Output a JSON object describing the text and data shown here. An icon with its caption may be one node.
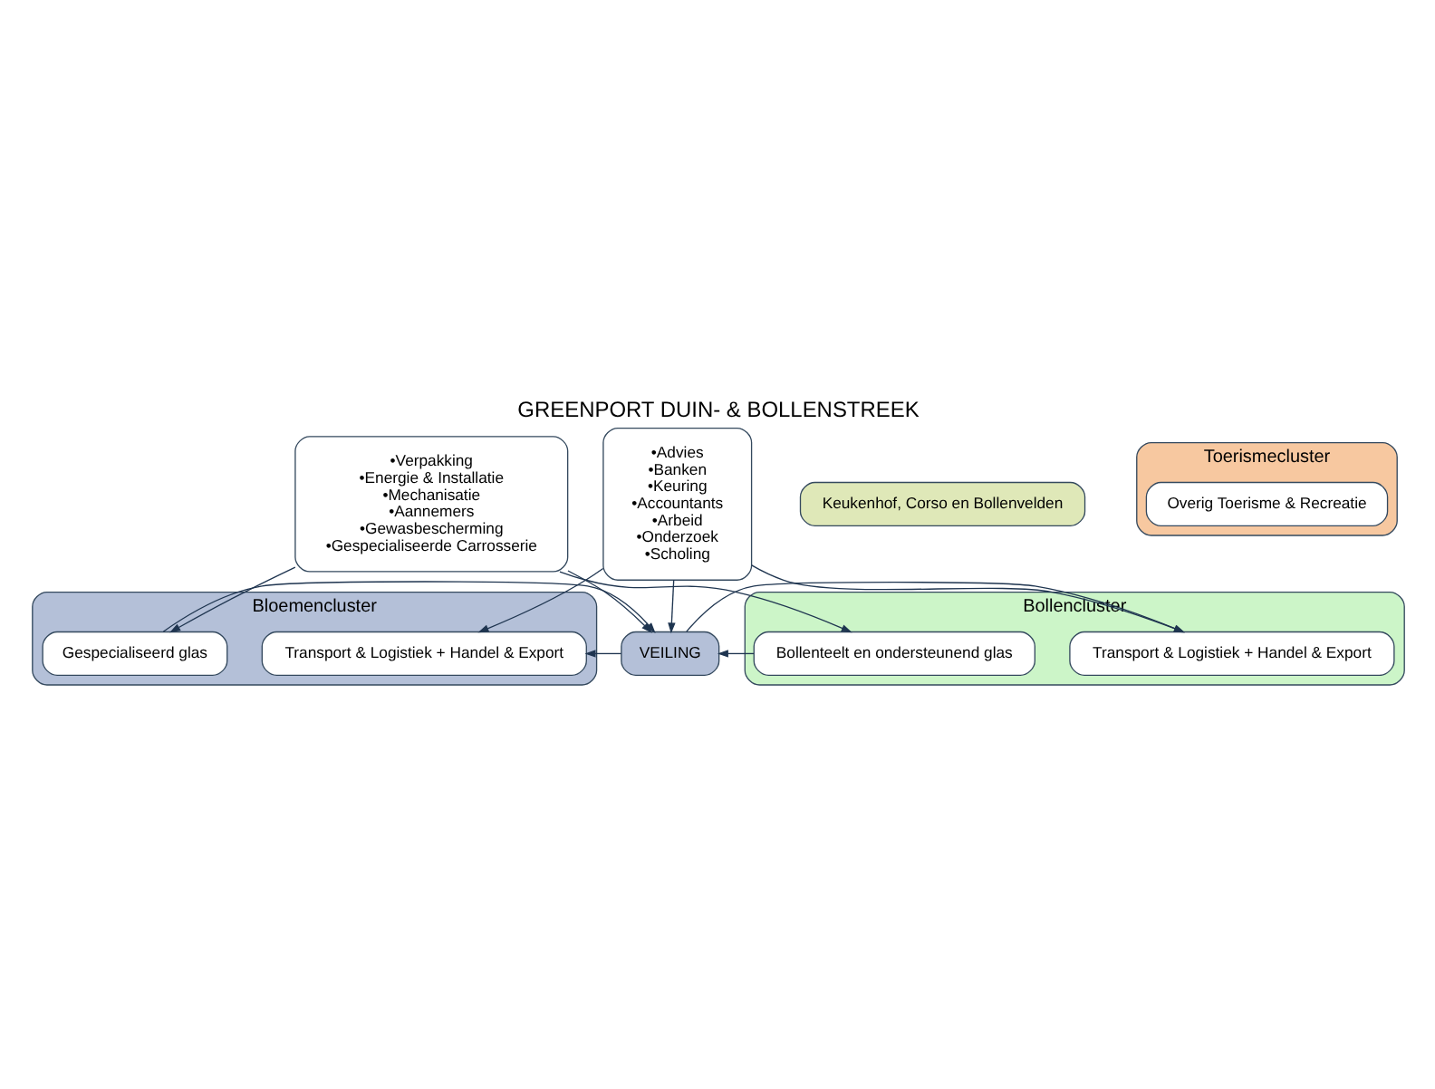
{
  "diagram": {
    "title": "GREENPORT DUIN- & BOLLENSTREEK",
    "nodes": [
      {
        "text": [
          "•Verpakking",
          "•Energie & Installatie",
          "•Mechanisatie",
          "•Aannemers",
          "•Gewasbescherming",
          "•Gespecialiseerde Carrosserie"
        ]
      },
      {
        "text": [
          "•Advies",
          "•Banken",
          "•Keuring",
          "•Accountants",
          "•Arbeid",
          "•Onderzoek",
          "•Scholing"
        ]
      },
      {
        "text": [
          "Bloemencluster"
        ]
      },
      {
        "text": [
          "Gespecialiseerd glas"
        ],
        "in": 2
      },
      {
        "text": [
          "Transport & Logistiek + Handel & Export"
        ],
        "in": 2
      },
      {
        "text": [
          "VEILING"
        ]
      },
      {
        "text": [
          "Bollencluster"
        ]
      },
      {
        "text": [
          "Bollenteelt en ondersteunend glas"
        ],
        "in": 6
      },
      {
        "text": [
          "Transport & Logistiek + Handel & Export"
        ],
        "in": 6
      },
      {
        "text": [
          "Keukenhof, Corso en Bollenvelden"
        ]
      },
      {
        "text": [
          "Toerismecluster"
        ]
      },
      {
        "text": [
          "Overig Toerisme & Recreatie"
        ],
        "in": 10
      }
    ],
    "edges": [
      {
        "from": 0,
        "to": 3,
        "arrow": "to"
      },
      {
        "from": 0,
        "to": 5,
        "arrow": "to"
      },
      {
        "from": 0,
        "to": 7,
        "arrow": "to"
      },
      {
        "from": 1,
        "to": 4,
        "arrow": "to"
      },
      {
        "from": 1,
        "to": 5,
        "arrow": "to"
      },
      {
        "from": 1,
        "to": 8,
        "arrow": "to"
      },
      {
        "from": 3,
        "to": 5,
        "arrow": "to"
      },
      {
        "from": 5,
        "to": 4,
        "arrow": "to"
      },
      {
        "from": 7,
        "to": 5,
        "arrow": "to"
      },
      {
        "from": 5,
        "to": 8,
        "arrow": "to"
      }
    ]
  }
}
